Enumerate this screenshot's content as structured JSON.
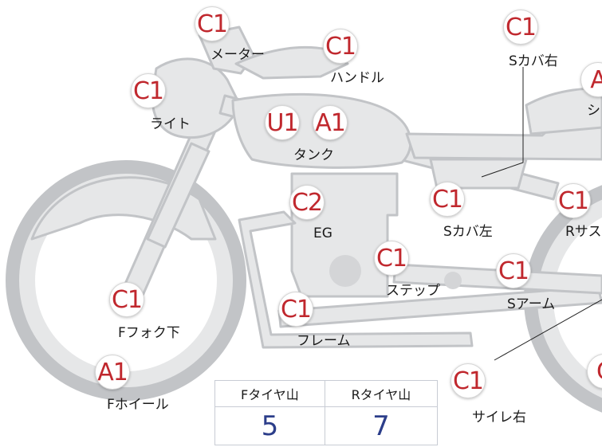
{
  "parts": [
    {
      "id": "meter",
      "code": "C1",
      "label": "メーター"
    },
    {
      "id": "handle",
      "code": "C1",
      "label": "ハンドル"
    },
    {
      "id": "s-cover-right",
      "code": "C1",
      "label": "Sカバ右"
    },
    {
      "id": "seat",
      "code": "A",
      "label": "シ"
    },
    {
      "id": "light",
      "code": "C1",
      "label": "ライト"
    },
    {
      "id": "tank",
      "code": "U1 A1",
      "label": "タンク"
    },
    {
      "id": "engine",
      "code": "C2",
      "label": "EG"
    },
    {
      "id": "s-cover-left",
      "code": "C1",
      "label": "Sカバ左"
    },
    {
      "id": "r-suspension",
      "code": "C1",
      "label": "Rサス"
    },
    {
      "id": "step",
      "code": "C1",
      "label": "ステップ"
    },
    {
      "id": "swing-arm",
      "code": "C1",
      "label": "Sアーム"
    },
    {
      "id": "f-fork-lower",
      "code": "C1",
      "label": "Fフォク下"
    },
    {
      "id": "frame",
      "code": "C1",
      "label": "フレーム"
    },
    {
      "id": "f-wheel",
      "code": "A1",
      "label": "Fホイール"
    },
    {
      "id": "silencer-right",
      "code": "C1",
      "label": "サイレ右"
    },
    {
      "id": "r-wheel",
      "code": "C",
      "label": ""
    }
  ],
  "tread": {
    "front_header": "Fタイヤ山",
    "rear_header": "Rタイヤ山",
    "front_value": "5",
    "rear_value": "7"
  },
  "colors": {
    "bike_fill": "#e6e7e8",
    "bike_stroke": "#c2c4c7",
    "badge_text": "#c0282e",
    "value_text": "#2c3e8a"
  }
}
